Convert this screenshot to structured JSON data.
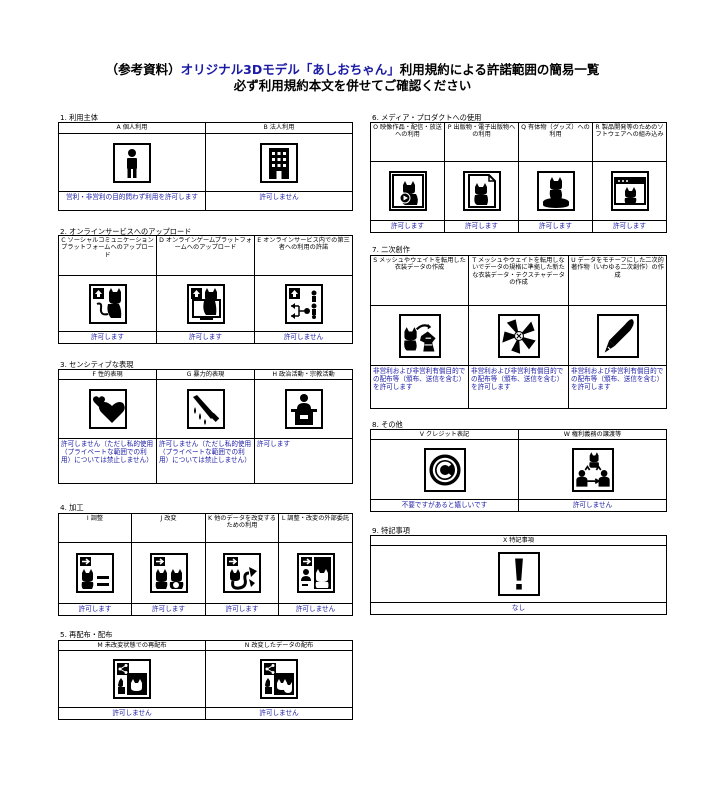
{
  "title": {
    "line1_pre": "（参考資料）",
    "line1_blue": "オリジナル3Dモデル「あしおちゃん」",
    "line1_post": "利用規約による許諾範囲の簡易一覧",
    "line2": "必ず利用規約本文を併せてご確認ください"
  },
  "sections": {
    "s1": {
      "title": "1. 利用主体",
      "cols": [
        "A 個人利用",
        "B 法人利用"
      ],
      "notes": [
        "営利・非営利の目的問わず利用を許可します",
        "許可しません"
      ]
    },
    "s2": {
      "title": "2. オンラインサービスへのアップロード",
      "cols": [
        "C ソーシャルコミュニケーションプラットフォームへのアップロード",
        "D オンラインゲームプラットフォームへのアップロード",
        "E オンラインサービス内での第三者への利用の許諾"
      ],
      "notes": [
        "許可します",
        "許可します",
        "許可しません"
      ]
    },
    "s3": {
      "title": "3. センシティブな表現",
      "cols": [
        "F 性的表現",
        "G 暴力的表現",
        "H 政治活動・宗教活動"
      ],
      "notes": [
        "許可しません（ただし私的使用（プライベートな範囲での利用）については禁止しません）",
        "許可しません（ただし私的使用（プライベートな範囲での利用）については禁止しません）",
        "許可します"
      ]
    },
    "s4": {
      "title": "4. 加工",
      "cols": [
        "I 調整",
        "J 改変",
        "K 他のデータを改変するための利用",
        "L 調整・改変の外部委託"
      ],
      "notes": [
        "許可します",
        "許可します",
        "許可します",
        "許可しません"
      ]
    },
    "s5": {
      "title": "5. 再配布・配布",
      "cols": [
        "M 未改変状態での再配布",
        "N 改変したデータの配布"
      ],
      "notes": [
        "許可しません",
        "許可しません"
      ]
    },
    "s6": {
      "title": "6. メディア・プロダクトへの使用",
      "cols": [
        "O 映像作品・配信・放送への利用",
        "P 出版物・電子出版物への利用",
        "Q 有体物（グッズ）への利用",
        "R 製品開発等のためのソフトウェアへの組み込み"
      ],
      "notes": [
        "許可します",
        "許可します",
        "許可します",
        "許可します"
      ]
    },
    "s7": {
      "title": "7. 二次創作",
      "cols": [
        "S メッシュやウェイトを転用した衣装データの作成",
        "T メッシュやウェイトを転用しないでデータの規格に準拠した新たな衣装データ・テクスチャデータの作成",
        "U データをモチーフにした二次的著作物（いわゆる二次創作）の作成"
      ],
      "notes": [
        "非営利および非営利有償目的での配布等（頒布、送信を含む）を許可します",
        "非営利および非営利有償目的での配布等（頒布、送信を含む）を許可します",
        "非営利および非営利有償目的での配布等（頒布、送信を含む）を許可します"
      ]
    },
    "s8": {
      "title": "8. その他",
      "cols": [
        "V クレジット表記",
        "W 権利義務の譲渡等"
      ],
      "notes": [
        "不要ですがあると嬉しいです",
        "許可しません"
      ]
    },
    "s9": {
      "title": "9. 特記事項",
      "cols": [
        "X 特記事項"
      ],
      "notes": [
        "なし"
      ]
    }
  },
  "icons": {
    "s1": [
      "person-icon",
      "building-icon"
    ],
    "s2": [
      "upload-social-icon",
      "upload-game-icon",
      "share-third-party-icon"
    ],
    "s3": [
      "hearts-icon",
      "bloody-knife-icon",
      "podium-icon"
    ],
    "s4": [
      "adjust-icon",
      "modify-icon",
      "transform-icon",
      "outsource-icon"
    ],
    "s5": [
      "share-unmodified-icon",
      "share-modified-icon"
    ],
    "s6": [
      "video-icon",
      "publication-icon",
      "goods-icon",
      "software-icon"
    ],
    "s7": [
      "mesh-clothing-icon",
      "new-clothing-icon",
      "fan-art-icon"
    ],
    "s8": [
      "copyright-icon",
      "transfer-icon"
    ],
    "s9": [
      "exclamation-icon"
    ]
  },
  "colors": {
    "note_blue": "#1a1aa6",
    "title_blue": "#1a1aa6"
  }
}
